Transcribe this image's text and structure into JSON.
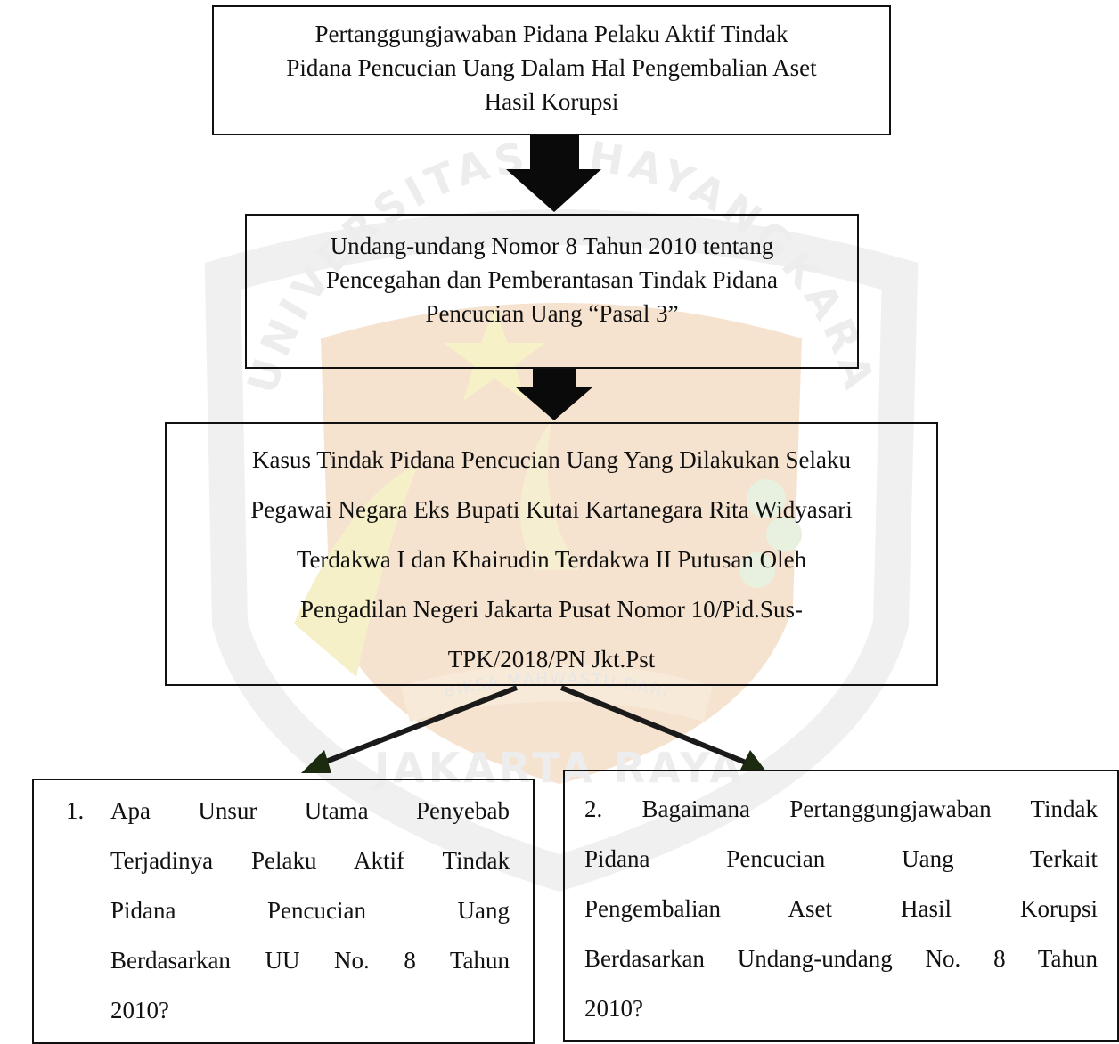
{
  "watermark": {
    "arc_top": "UNIVERSITAS BHAYANGKARA",
    "ribbon": "BIKSA MAHWASTU DARI",
    "bottom": "JAKARTA RAYA",
    "colors": {
      "shield": "#f6e3cf",
      "shield_border": "#f2f2f2",
      "gold": "#f6f0c8",
      "green": "#e4f0dc",
      "text": "#ededed"
    }
  },
  "boxes": {
    "top": {
      "lines": [
        "Pertanggungjawaban Pidana Pelaku Aktif Tindak",
        "Pidana Pencucian Uang Dalam Hal Pengembalian Aset",
        "Hasil Korupsi"
      ]
    },
    "law": {
      "lines": [
        "Undang-undang Nomor 8 Tahun 2010 tentang",
        "Pencegahan dan Pemberantasan Tindak Pidana",
        "Pencucian Uang “Pasal 3”"
      ]
    },
    "case": {
      "lines": [
        "Kasus Tindak Pidana Pencucian Uang Yang Dilakukan Selaku",
        "Pegawai Negara Eks Bupati Kutai Kartanegara Rita Widyasari",
        "Terdakwa I dan Khairudin Terdakwa II Putusan Oleh",
        "Pengadilan Negeri Jakarta Pusat Nomor 10/Pid.Sus-",
        "TPK/2018/PN Jkt.Pst"
      ]
    },
    "question1": {
      "number": "1.",
      "lines": [
        "Apa Unsur Utama Penyebab",
        "Terjadinya Pelaku Aktif Tindak",
        "Pidana Pencucian Uang",
        "Berdasarkan UU No. 8 Tahun",
        "2010?"
      ]
    },
    "question2": {
      "lines": [
        "2. Bagaimana Pertanggungjawaban Tindak",
        "Pidana Pencucian Uang Terkait",
        "Pengembalian Aset Hasil Korupsi",
        "Berdasarkan Undang-undang No. 8 Tahun",
        "2010?"
      ]
    }
  },
  "colors": {
    "border": "#111111",
    "arrow": "#0a0a0a",
    "diagonal_arrow": "#1a1a1a",
    "arrow_head_dark": "#1c2a10"
  }
}
